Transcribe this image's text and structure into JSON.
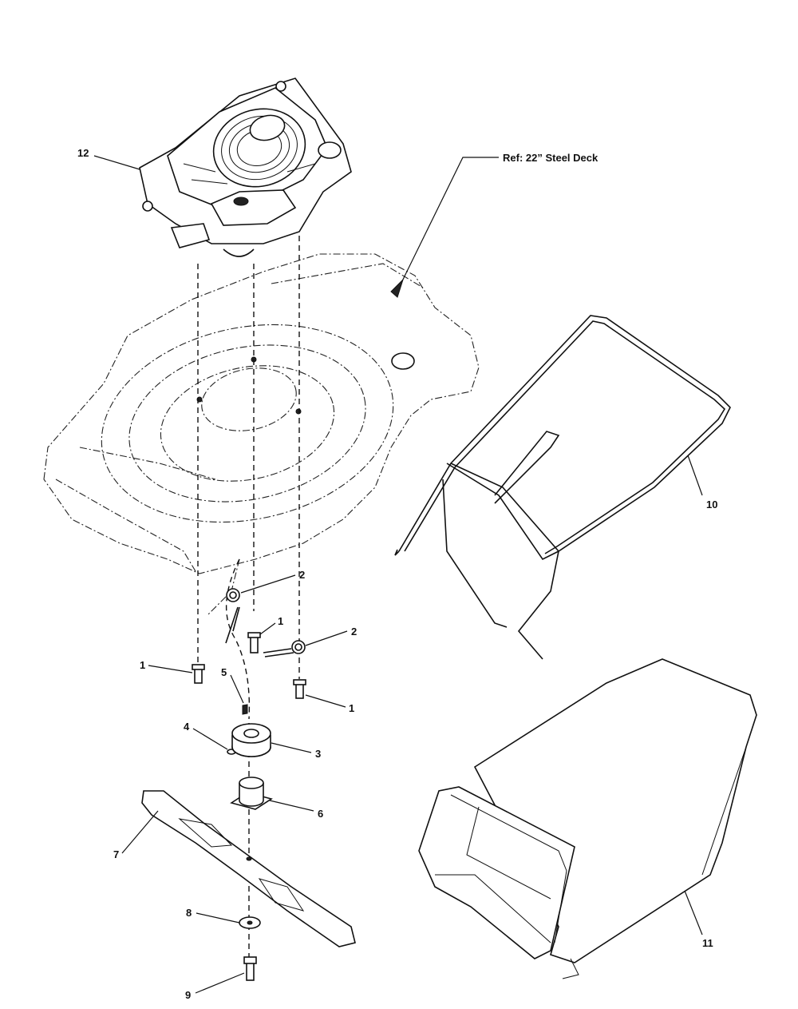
{
  "reference_label": "Ref: 22” Steel Deck",
  "callouts": {
    "engine": "12",
    "grass_bag_frame": "10",
    "grass_bag": "11",
    "spring_upper": "2",
    "spring_lower": "2",
    "bolt_center": "1",
    "bolt_left": "1",
    "bolt_right": "1",
    "key": "5",
    "adapter_pin": "4",
    "blade_adapter": "3",
    "blade_stiffener": "6",
    "blade": "7",
    "washer": "8",
    "blade_bolt": "9"
  }
}
